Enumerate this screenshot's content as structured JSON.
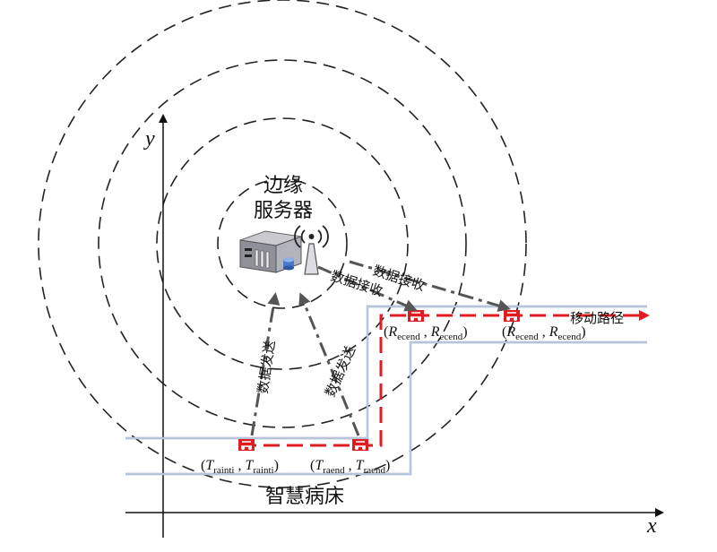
{
  "server": {
    "label_line1": "边缘",
    "label_line2": "服务器"
  },
  "axes": {
    "x_label": "x",
    "y_label": "y"
  },
  "send_labels": {
    "left": "数据发送",
    "right": "数据发送"
  },
  "receive_labels": {
    "left": "数据接收",
    "right": "数据接收"
  },
  "positions": {
    "bed_start": {
      "open": "(",
      "var1": "T",
      "sub1": "rainti",
      "sep": " , ",
      "var2": "T",
      "sub2": "rainti",
      "close": ")"
    },
    "bed_end": {
      "open": "(",
      "var1": "T",
      "sub1": "raend",
      "sep": " , ",
      "var2": "T",
      "sub2": "raend",
      "close": ")"
    },
    "corr_a": {
      "open": "(",
      "var1": "R",
      "sub1": "ecend",
      "sep": " , ",
      "var2": "R",
      "sub2": "ecend",
      "close": ")"
    },
    "corr_b": {
      "open": "(",
      "var1": "R",
      "sub1": "ecend",
      "sep": " , ",
      "var2": "R",
      "sub2": "ecend",
      "close": ")"
    }
  },
  "path_label": "移动路径",
  "bed_label": "智慧病床",
  "colors": {
    "path": "#e01b22",
    "corridor": "#8aa0c2",
    "dashed": "#222222",
    "arrow_gray": "#555555"
  },
  "icons": {
    "server": "server-icon",
    "antenna": "antenna-icon",
    "bed": "smart-bed-icon"
  }
}
